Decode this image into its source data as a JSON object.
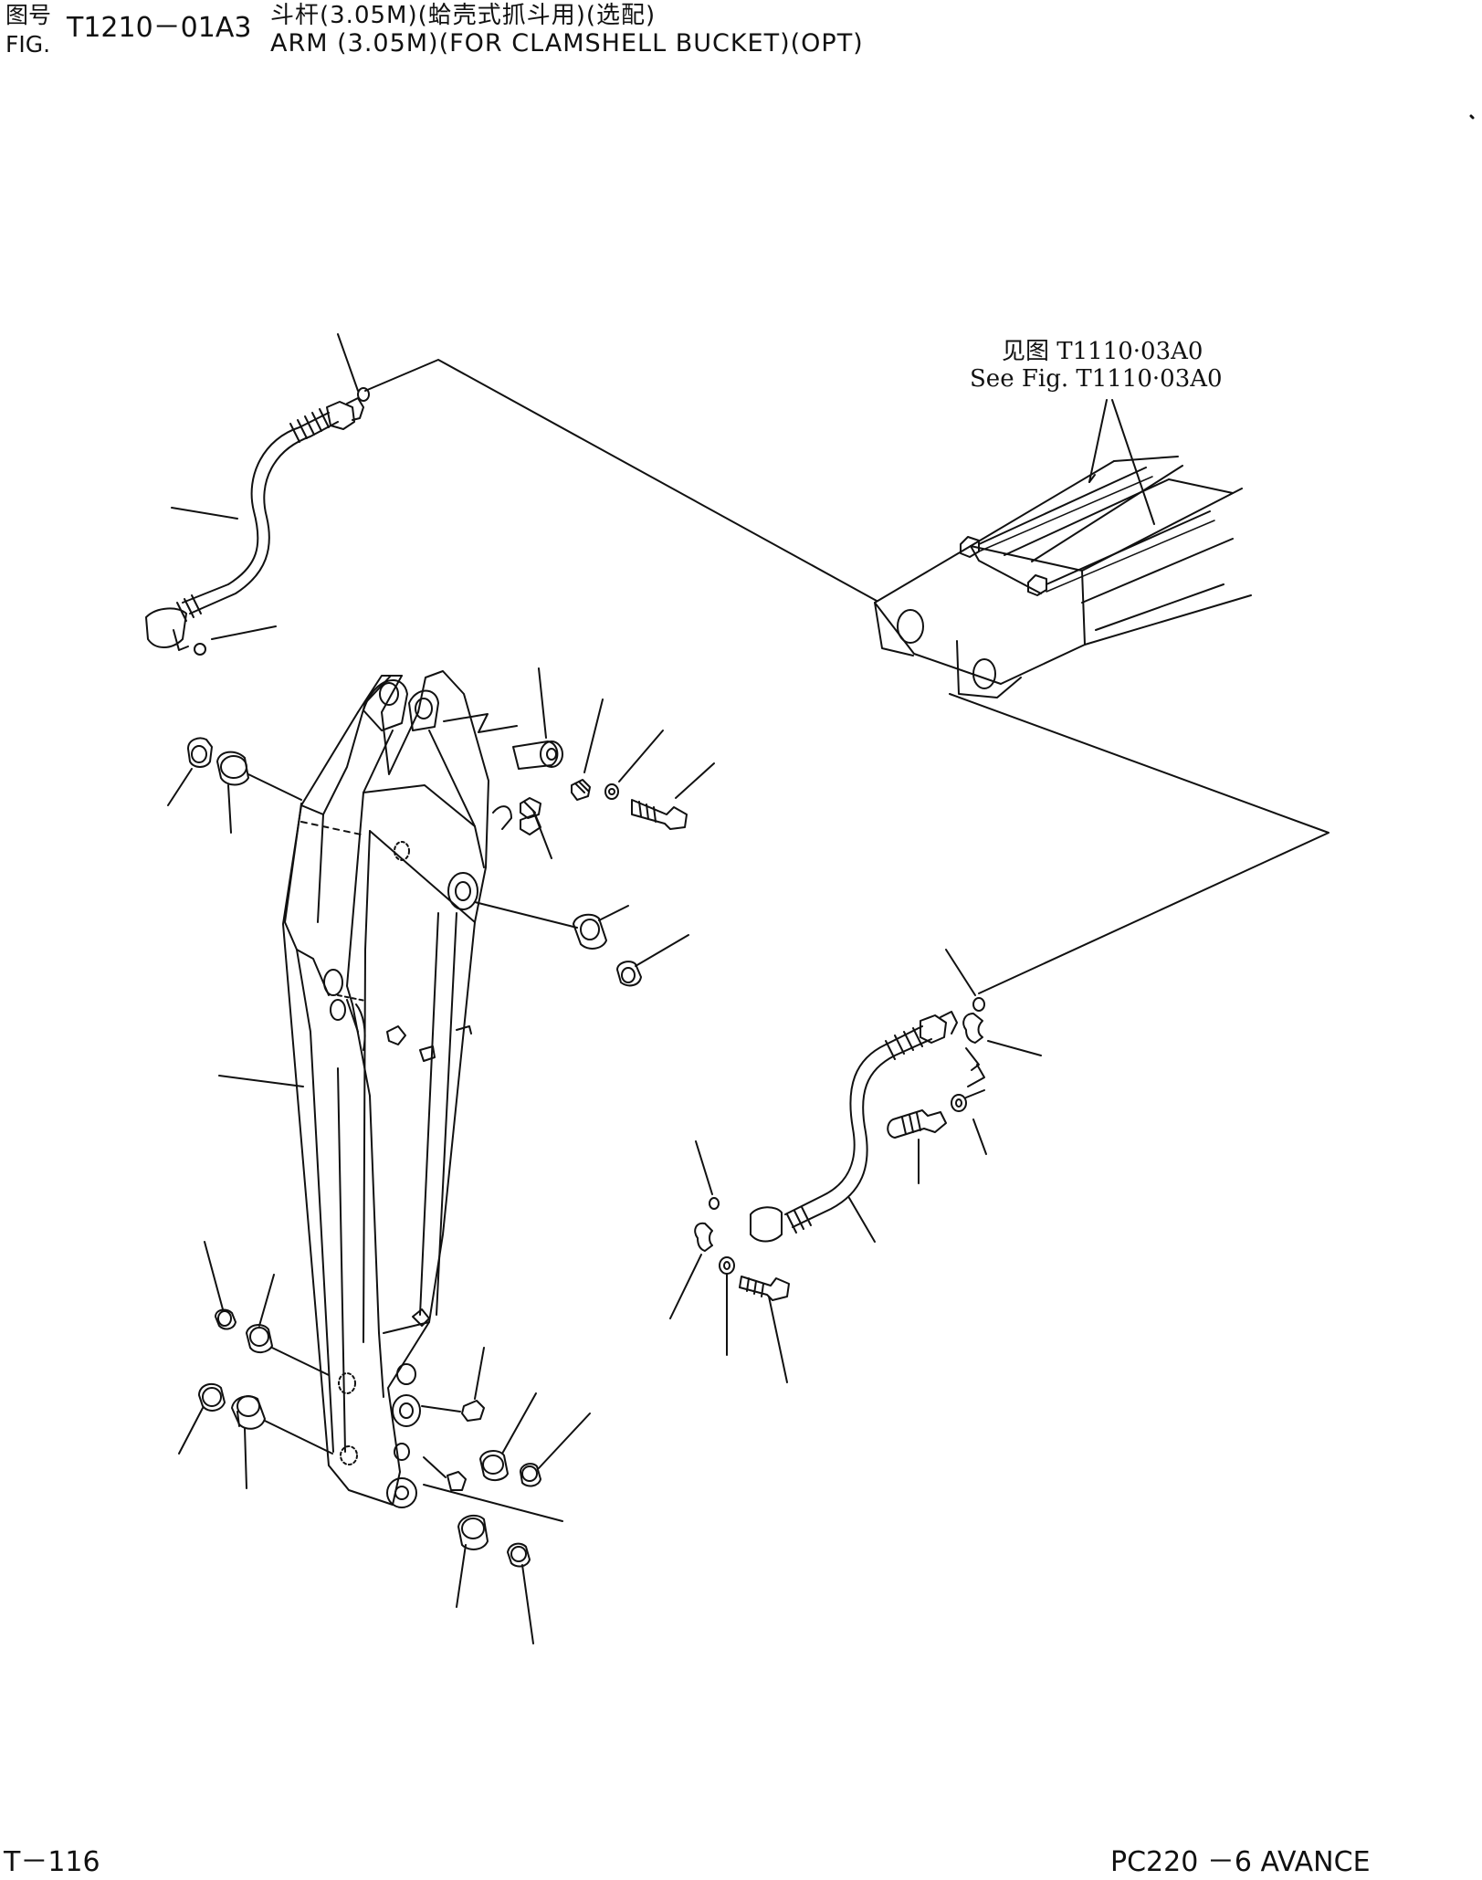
{
  "header": {
    "fig_label_cn": "图号",
    "fig_label_en": "FIG.",
    "fig_number": "T1210－01A3",
    "title_cn": "斗杆(3.05M)(蛤壳式抓斗用)(选配)",
    "title_en": "ARM (3.05M)(FOR CLAMSHELL BUCKET)(OPT)"
  },
  "reference": {
    "cn": "见图 T1110·03A0",
    "en": "See Fig. T1110·03A0"
  },
  "footer": {
    "page_number": "T－116",
    "model": "PC220 －6 AVANCE"
  },
  "colors": {
    "ink": "#111111",
    "paper": "#ffffff"
  }
}
